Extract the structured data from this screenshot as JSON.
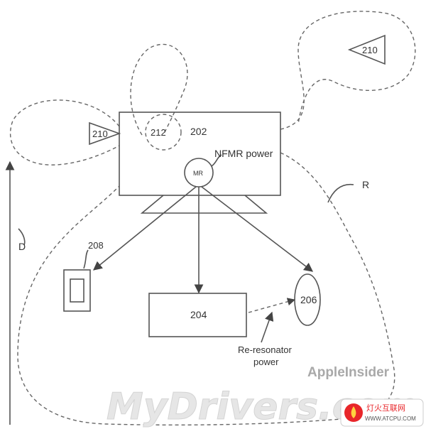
{
  "labels": {
    "unit_202": "202",
    "unit_204": "204",
    "unit_206": "206",
    "unit_208": "208",
    "unit_210_left": "210",
    "unit_210_right": "210",
    "unit_212": "212",
    "mr": "MR",
    "nfmr_power": "NFMR power",
    "re_resonator_line1": "Re-resonator",
    "re_resonator_line2": "power",
    "range_r": "R",
    "distance_d": "D"
  },
  "watermarks": {
    "appleinsider": "AppleInsider",
    "mydrivers": "MyDrivers.com",
    "atcpu_cn": "灯火互联网",
    "atcpu_url": "WWW.ATCPU.COM"
  },
  "colors": {
    "line": "#555555",
    "text": "#333333",
    "watermark_grey": "#a9a9a9",
    "logo_red": "#e8262a"
  }
}
